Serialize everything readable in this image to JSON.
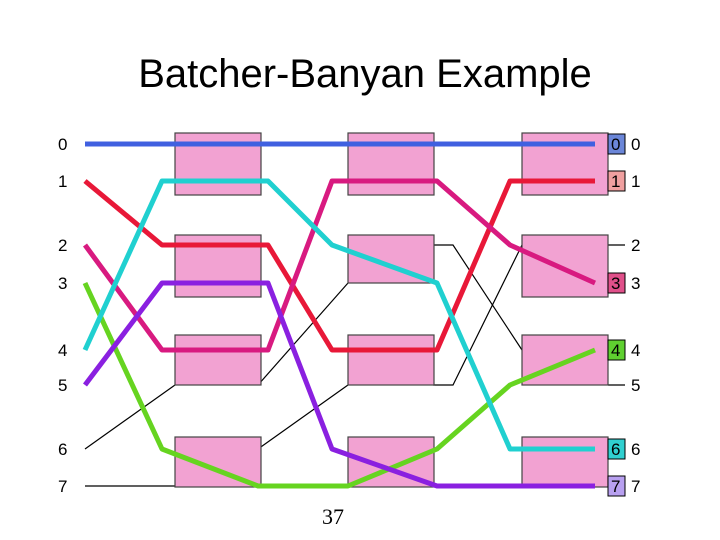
{
  "slide": {
    "title": "Batcher-Banyan Example",
    "page_number": "37"
  },
  "diagram": {
    "input_labels": [
      "0",
      "1",
      "2",
      "3",
      "4",
      "5",
      "6",
      "7"
    ],
    "output_labels": [
      "0",
      "1",
      "2",
      "3",
      "4",
      "5",
      "6",
      "7"
    ],
    "destinations": [
      {
        "label": "0",
        "color": "#6b86d8"
      },
      {
        "label": "1",
        "color": "#f0a0a0"
      },
      {
        "label": "3",
        "color": "#e0508a"
      },
      {
        "label": "4",
        "color": "#5fd030"
      },
      {
        "label": "6",
        "color": "#30d0d0"
      },
      {
        "label": "7",
        "color": "#b8a0f0"
      }
    ],
    "colors": {
      "switch_fill": "#f2a2d2",
      "blue": "#4060e0",
      "red": "#e81838",
      "magenta": "#d81a80",
      "green": "#66d420",
      "cyan": "#20d0d0",
      "purple": "#8a20e0"
    }
  }
}
